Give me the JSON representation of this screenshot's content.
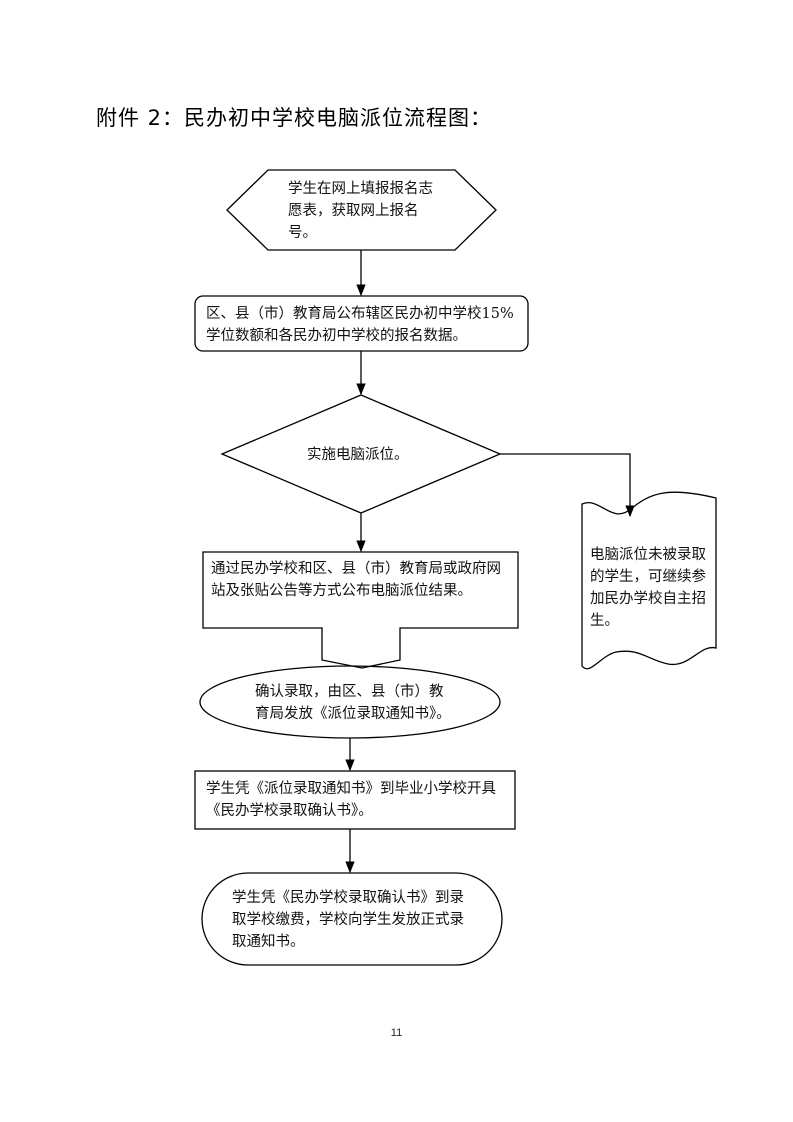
{
  "title": "附件 2：民办初中学校电脑派位流程图：",
  "steps": {
    "s1": "学生在网上填报报名志愿表，获取网上报名号。",
    "s2": "区、县（市）教育局公布辖区民办初中学校15%学位数额和各民办初中学校的报名数据。",
    "s3": "实施电脑派位。",
    "s4": "通过民办学校和区、县（市）教育局或政府网站及张贴公告等方式公布电脑派位结果。",
    "s5": "确认录取，由区、县（市）教育局发放《派位录取通知书》。",
    "s6": "学生凭《派位录取通知书》到毕业小学校开具《民办学校录取确认书》。",
    "s7": "学生凭《民办学校录取确认书》到录取学校缴费，学校向学生发放正式录取通知书。",
    "side": "电脑派位未被录取的学生，可继续参加民办学校自主招生。"
  },
  "page_number": "11"
}
